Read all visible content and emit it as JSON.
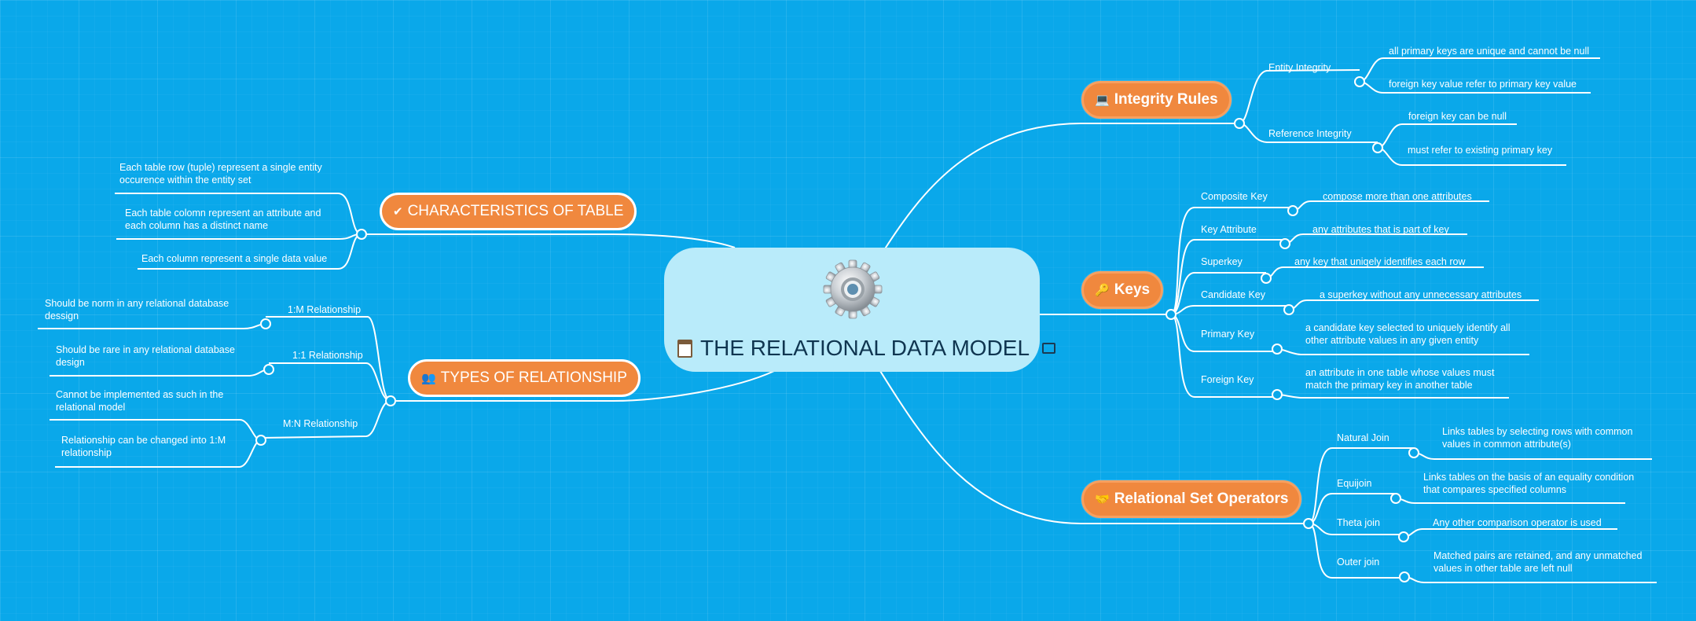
{
  "central": {
    "title": "THE RELATIONAL DATA MODEL",
    "icon": "gear-icon"
  },
  "left_topics": [
    {
      "title": "CHARACTERISTICS OF TABLE",
      "icon": "check-icon",
      "items": [
        "Each table row (tuple) represent a single entity occurence within the entity set",
        "Each table  colomn represent an attribute and each column has a distinct name",
        "Each column represent a single data value"
      ]
    },
    {
      "title": "TYPES OF RELATIONSHIP",
      "icon": "people-icon",
      "subtopics": [
        {
          "label": "1:M Relationship",
          "details": [
            "Should be norm in any relational database dessign"
          ]
        },
        {
          "label": "1:1 Relationship",
          "details": [
            "Should be rare in any relational database design"
          ]
        },
        {
          "label": "M:N Relationship",
          "details": [
            "Cannot be implemented as such in the relational model",
            "Relationship can be changed into 1:M relationship"
          ]
        }
      ]
    }
  ],
  "right_topics": [
    {
      "title": "Integrity Rules",
      "icon": "laptop-icon",
      "subtopics": [
        {
          "label": "Entity Integrity",
          "details": [
            "all primary keys are unique and cannot be null",
            "foreign key value refer to primary key value"
          ]
        },
        {
          "label": "Reference Integrity",
          "details": [
            "foreign key can be null",
            "must refer to existing primary key"
          ]
        }
      ]
    },
    {
      "title": "Keys",
      "icon": "key-icon",
      "subtopics": [
        {
          "label": "Composite Key",
          "detail": "compose more than one attributes"
        },
        {
          "label": "Key Attribute",
          "detail": "any attributes that is part of key"
        },
        {
          "label": "Superkey",
          "detail": "any key that uniqely identifies each row"
        },
        {
          "label": "Candidate Key",
          "detail": "a superkey without any unnecessary attributes"
        },
        {
          "label": "Primary Key",
          "detail": "a candidate key selected to uniquely identify all other attribute values in any given entity"
        },
        {
          "label": "Foreign Key",
          "detail": "an attribute  in one table whose values must match the primary key in another table"
        }
      ]
    },
    {
      "title": "Relational Set Operators",
      "icon": "handshake-icon",
      "subtopics": [
        {
          "label": "Natural Join",
          "detail": "Links tables by selecting rows with common values in common attribute(s)"
        },
        {
          "label": "Equijoin",
          "detail": "Links tables on the basis of an equality condition that compares specified columns"
        },
        {
          "label": "Theta join",
          "detail": "Any other comparison operator is used"
        },
        {
          "label": "Outer join",
          "detail": "Matched pairs are retained, and any unmatched values in other table are left null"
        }
      ]
    }
  ],
  "colors": {
    "background": "#0aa8ea",
    "central_fill": "#b9ebfa",
    "topic_fill": "#f0883e",
    "line": "#ffffff"
  }
}
